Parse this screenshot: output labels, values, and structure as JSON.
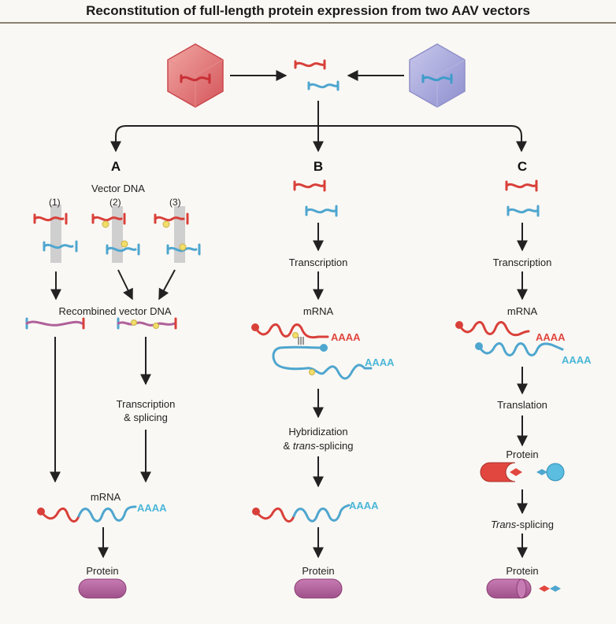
{
  "title": "Reconstitution of full-length protein expression from two AAV vectors",
  "panels": {
    "a": "A",
    "b": "B",
    "c": "C"
  },
  "column_a": {
    "vector_dna": "Vector DNA",
    "options": [
      "(1)",
      "(2)",
      "(3)"
    ],
    "recombined": "Recombined vector DNA",
    "transcription_line1": "Transcription",
    "transcription_line2": "& splicing",
    "mrna": "mRNA",
    "polya": "AAAA",
    "protein": "Protein"
  },
  "column_b": {
    "transcription": "Transcription",
    "mrna": "mRNA",
    "polya_red": "AAAA",
    "polya_blue": "AAAA",
    "hybridization_line1": "Hybridization",
    "hybridization_line2_prefix": "& ",
    "hybridization_line2_italic": "trans",
    "hybridization_line2_suffix": "-splicing",
    "polya_final": "AAAA",
    "protein": "Protein"
  },
  "column_c": {
    "transcription": "Transcription",
    "mrna": "mRNA",
    "polya_red": "AAAA",
    "polya_blue": "AAAA",
    "translation": "Translation",
    "protein_mid": "Protein",
    "trans_splicing_italic": "Trans",
    "trans_splicing_suffix": "-splicing",
    "protein": "Protein"
  },
  "colors": {
    "red": "#d9403a",
    "blue": "#4fa6cf",
    "purple": "#b0619a",
    "yellow": "#f2dd6a",
    "grey_bar": "#cfcfcf",
    "arrow": "#222222"
  }
}
